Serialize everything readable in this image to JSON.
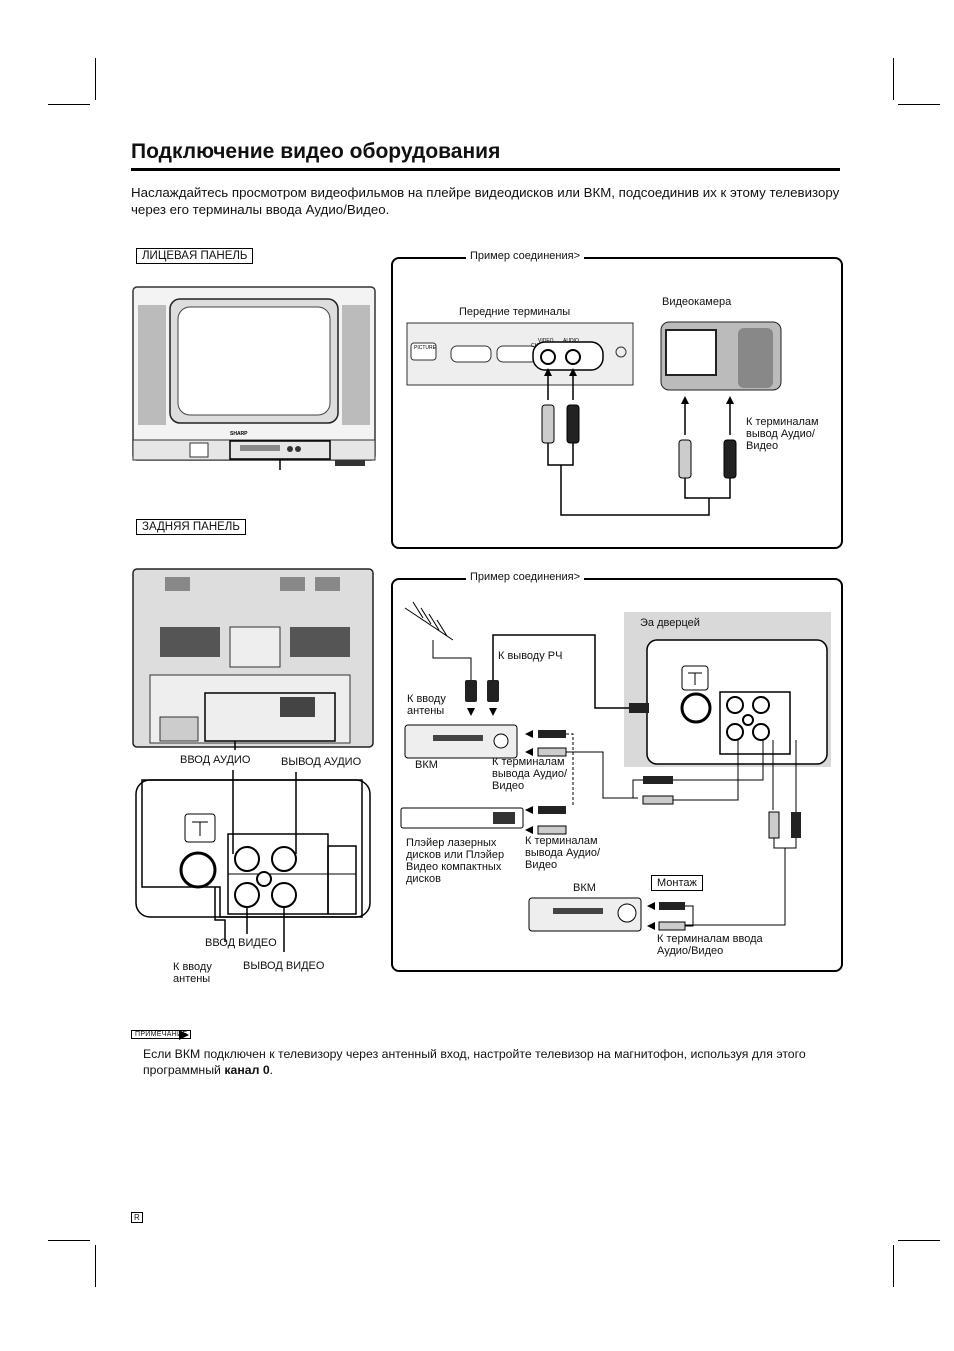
{
  "title": "Подключение видео оборудования",
  "intro": "Наслаждайтесь просмотром видеофильмов на плейре видеодисков или ВКМ, подсоединив их к этому телевизору через его терминалы ввода Аудио/Видео.",
  "front_panel_label": "ЛИЦЕВАЯ ПАНЕЛЬ",
  "rear_panel_label": "ЗАДНЯЯ ПАНЕЛЬ",
  "top_diagram": {
    "caption": "Пример соединения>",
    "front_terminals": "Передние терминалы",
    "camcorder": "Видеокамера",
    "to_output": "К терминалам вывод Аудио/Видео",
    "panel_labels": {
      "picture": "PICTURE",
      "video": "VIDEO",
      "audio": "AUDIO",
      "ch": "CH"
    }
  },
  "bottom_diagram": {
    "caption": "Пример соединения>",
    "behind_door": "Эа дверцей",
    "rf_out": "К выводу РЧ",
    "antenna_in": "К вводу антены",
    "vcr1": "ВКМ",
    "vcr1_out": "К терминалам вывода Аудио/Видео",
    "ld_player": "Плэйер лазерных дисков или Плэйер Видео компактных дисков",
    "ld_out": "К терминалам вывода Аудио/Видео",
    "vcr2": "ВКМ",
    "montage": "Монтаж",
    "vcr2_in": "К терминалам ввода Аудио/Видео"
  },
  "rear_terminals": {
    "audio_in": "ВВОД АУДИО",
    "audio_out": "ВЫВОД АУДИО",
    "video_in": "ВВОД ВИДЕО",
    "antenna_in": "К вводу антены",
    "video_out": "ВЫВОД ВИДЕО"
  },
  "tv_brand": "SHARP",
  "note": {
    "tag": "ПРИМЕЧАНИЕ",
    "text_before": "Если ВКМ подключен к телевизору через антенный вход, настройте телевизор на магнитофон, используя для этого программный ",
    "bold": "канал 0",
    "text_after": "."
  },
  "page_mark": "R"
}
